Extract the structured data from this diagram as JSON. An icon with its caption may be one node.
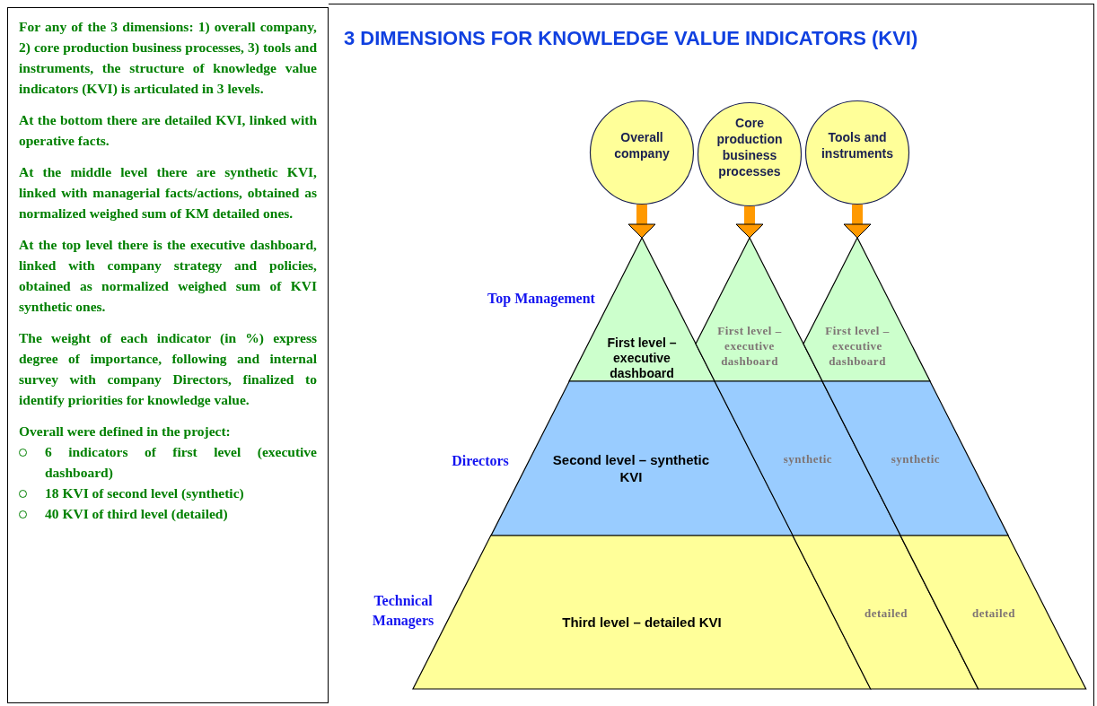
{
  "diagram": {
    "title": "3 DIMENSIONS FOR KNOWLEDGE VALUE INDICATORS (KVI)",
    "nodes": [
      {
        "text": [
          "For any of the 3 dimensions: 1) overall company, 2) core production business processes, 3) tools and instruments, the structure of knowledge value indicators (KVI) is articulated in 3 levels.",
          "At the bottom there are detailed KVI, linked with operative facts.",
          "At the middle level there are synthetic KVI, linked with managerial facts/actions, obtained as normalized weighed sum of KM detailed ones.",
          "At the top level there is the executive dashboard, linked with company strategy and policies, obtained as normalized weighed sum of KVI synthetic ones.",
          "The weight of each indicator (in %) express degree of importance, following and internal survey with company Directors, finalized to identify priorities for knowledge value.",
          "Overall were defined in the project:",
          "6 indicators of first level (executive dashboard)",
          "18 KVI of second level (synthetic)",
          "40 KVI of third level (detailed)"
        ]
      },
      {
        "text": [
          "Overall company"
        ]
      },
      {
        "text": [
          "Core production business processes"
        ]
      },
      {
        "text": [
          "Tools and instruments"
        ]
      },
      {
        "text": [
          "First level – executive dashboard"
        ]
      },
      {
        "text": [
          "Second level – synthetic KVI"
        ]
      },
      {
        "text": [
          "Third level – detailed KVI"
        ]
      },
      {
        "text": [
          "First level – executive dashboard"
        ]
      },
      {
        "text": [
          "synthetic"
        ]
      },
      {
        "text": [
          "detailed"
        ]
      },
      {
        "text": [
          "First level – executive dashboard"
        ]
      },
      {
        "text": [
          "synthetic"
        ]
      },
      {
        "text": [
          "detailed"
        ]
      }
    ],
    "edges": [
      {
        "from": 1,
        "to": 4,
        "arrow": "to"
      },
      {
        "from": 2,
        "to": 7,
        "arrow": "to"
      },
      {
        "from": 3,
        "to": 10,
        "arrow": "to"
      }
    ],
    "labels": [
      "Top Management",
      "Directors",
      "Technical Managers"
    ]
  }
}
